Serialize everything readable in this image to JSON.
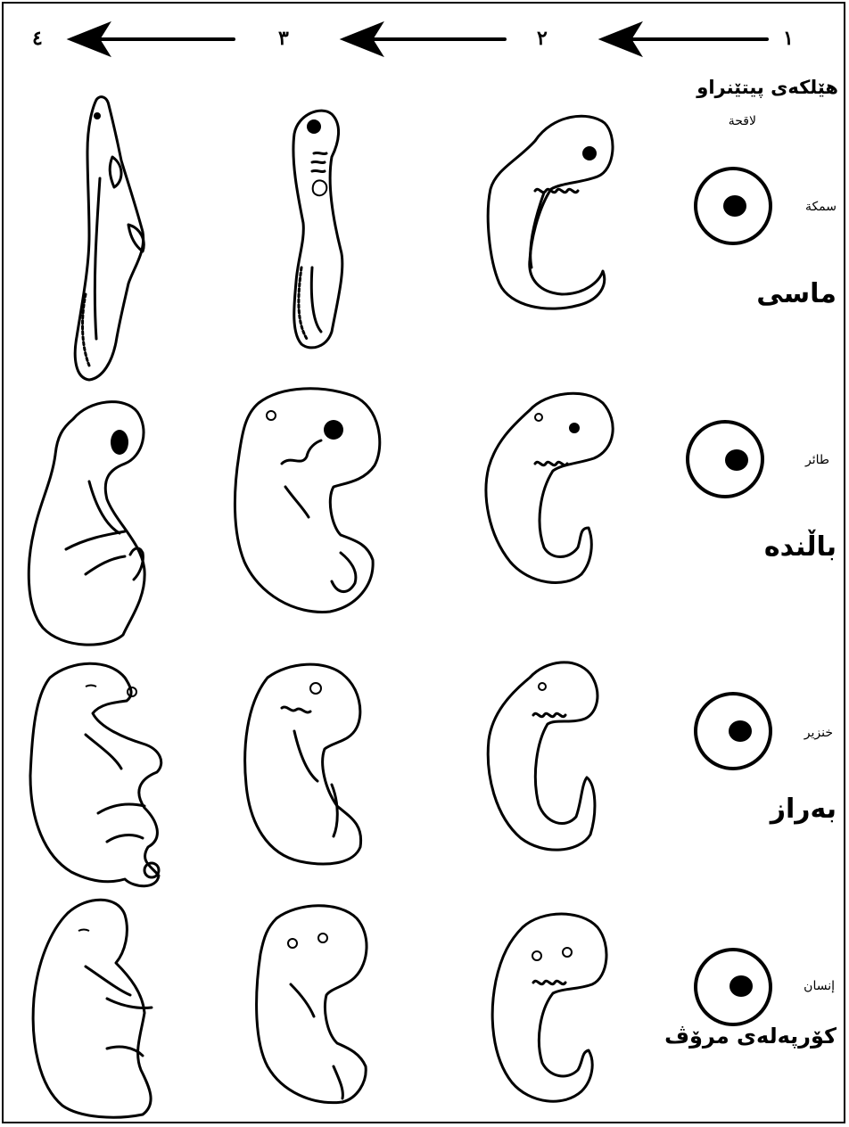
{
  "stages": [
    "١",
    "٢",
    "٣",
    "٤"
  ],
  "header": {
    "title": "هێلکەی پیتێنراو",
    "subtitle": "لاقحة"
  },
  "rows": [
    {
      "arabic": "سمكة",
      "kurdish": "ماسی"
    },
    {
      "arabic": "طائر",
      "kurdish": "باڵندە"
    },
    {
      "arabic": "خنزير",
      "kurdish": "بەراز"
    },
    {
      "arabic": "إنسان",
      "kurdish": "کۆرپەلەی مرۆڤ"
    }
  ]
}
